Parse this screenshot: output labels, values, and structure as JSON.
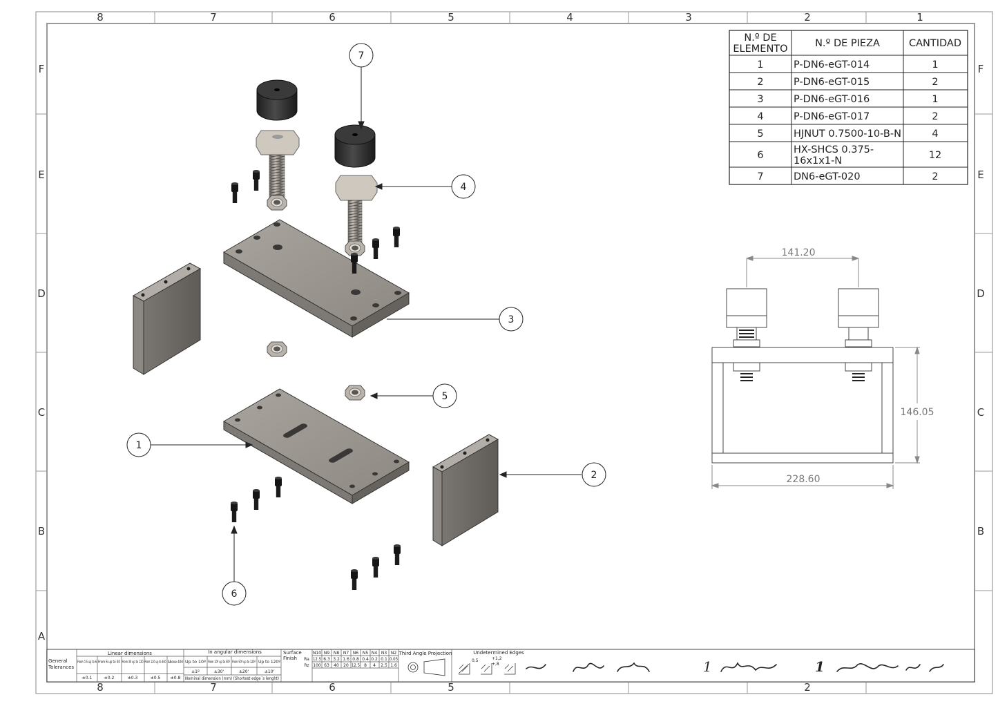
{
  "zones": {
    "columns": [
      "8",
      "7",
      "6",
      "5",
      "4",
      "3",
      "2",
      "1"
    ],
    "rows": [
      "F",
      "E",
      "D",
      "C",
      "B",
      "A"
    ]
  },
  "bom": {
    "headers": [
      "N.º DE ELEMENTO",
      "N.º DE PIEZA",
      "CANTIDAD"
    ],
    "header_item_line1": "N.º DE",
    "header_item_line2": "ELEMENTO",
    "rows": [
      {
        "item": "1",
        "part": "P-DN6-eGT-014",
        "qty": "1"
      },
      {
        "item": "2",
        "part": "P-DN6-eGT-015",
        "qty": "2"
      },
      {
        "item": "3",
        "part": "P-DN6-eGT-016",
        "qty": "1"
      },
      {
        "item": "4",
        "part": "P-DN6-eGT-017",
        "qty": "2"
      },
      {
        "item": "5",
        "part": "HJNUT 0.7500-10-B-N",
        "qty": "4"
      },
      {
        "item": "6",
        "part_line1": "HX-SHCS 0.375-",
        "part_line2": "16x1x1-N",
        "qty": "12"
      },
      {
        "item": "7",
        "part": "DN6-eGT-020",
        "qty": "2"
      }
    ]
  },
  "callouts": [
    "1",
    "2",
    "3",
    "4",
    "5",
    "6",
    "7"
  ],
  "dimensions": {
    "spacing": "141.20",
    "height": "146.05",
    "width": "228.60"
  },
  "title_block": {
    "general": "General",
    "tolerances": "Tolerances",
    "linear_header": "Linear dimensions",
    "linear_cols": [
      "From 0.5 up to 6",
      "From 6 up to 30",
      "From 30 up to 120",
      "From 120 up to 400",
      "Above 400"
    ],
    "linear_vals": [
      "±0.1",
      "±0.2",
      "±0.3",
      "±0.5",
      "±0.8"
    ],
    "angular_header": "In angular dimensions",
    "angular_cols": [
      "Up to 10º",
      "From 10º up to 50º",
      "From 50º up to 120º",
      "Up to 120º"
    ],
    "angular_vals": [
      "±1º",
      "±30'",
      "±20'",
      "±10'"
    ],
    "angular_note": "Nominal dimension (mm) (Shortest edge´s lenght)",
    "surface_label_1": "Surface",
    "surface_label_2": "Finish",
    "surface_grades": [
      "N10",
      "N9",
      "N8",
      "N7",
      "N6",
      "N5",
      "N4",
      "N3",
      "N2"
    ],
    "ra_label": "Ra",
    "ra_vals": [
      "12.5",
      "6.3",
      "3.2",
      "1.6",
      "0.8",
      "0.4",
      "0.2",
      "0.1",
      "0.05"
    ],
    "rz_label": "Rz",
    "rz_vals": [
      "100",
      "63",
      "40",
      "20",
      "12.5",
      "8",
      "4",
      "2.5",
      "1.6"
    ],
    "projection": "Third Angle Projection",
    "edges": "Undetermined Edges",
    "edge_vals": [
      "0,5",
      "+1,2",
      "+,8"
    ],
    "sheet_mark_1": "1",
    "sheet_mark_2": "1"
  }
}
